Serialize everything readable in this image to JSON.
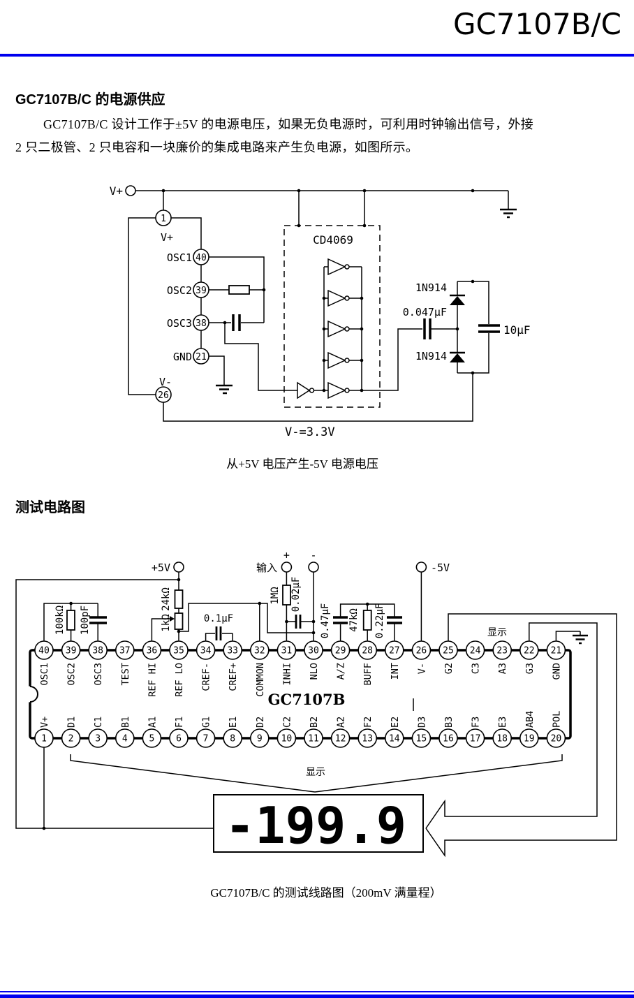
{
  "page": {
    "title": "GC7107B/C"
  },
  "section1": {
    "heading": "GC7107B/C 的电源供应",
    "body_line1": "GC7107B/C 设计工作于±5V 的电源电压，如果无负电源时，可利用时钟输出信号，外接",
    "body_line2": "2 只二极管、2 只电容和一块廉价的集成电路来产生负电源，如图所示。"
  },
  "figure1": {
    "caption": "从+5V 电压产生-5V 电源电压",
    "terminal_vplus": "V+",
    "ic_name": "CD4069",
    "diode_top": "1N914",
    "diode_bottom": "1N914",
    "cap_pump": "0.047µF",
    "cap_filter": "10µF",
    "output_voltage": "V-=3.3V",
    "pins": {
      "p1_num": "1",
      "p1_name": "V+",
      "p40_num": "40",
      "p40_name": "OSC1",
      "p39_num": "39",
      "p39_name": "OSC2",
      "p38_num": "38",
      "p38_name": "OSC3",
      "p21_num": "21",
      "p21_name": "GND",
      "p26_num": "26",
      "p26_name": "V-"
    }
  },
  "section2": {
    "heading": "测试电路图"
  },
  "figure2": {
    "caption": "GC7107B/C 的测试线路图（200mV 满量程）",
    "chip_name": "GC7107B",
    "display_value": "-199.9",
    "display_label_top": "显示",
    "display_label_bottom": "显示",
    "terminals": {
      "plus5": "+5V",
      "input": "输入",
      "input_plus": "+",
      "input_minus": "-",
      "minus5": "-5V"
    },
    "components": {
      "r_osc": "100kΩ",
      "c_osc": "100pF",
      "r_ref": "24kΩ",
      "pot_ref": "1kΩ",
      "c_ref": "0.1µF",
      "r_in": "1MΩ",
      "c_in": "0.02µF",
      "c_az": "0.47µF",
      "r_buf": "47kΩ",
      "c_int": "0.22µF"
    },
    "top_pins": [
      {
        "n": "40",
        "name": "OSC1"
      },
      {
        "n": "39",
        "name": "OSC2"
      },
      {
        "n": "38",
        "name": "OSC3"
      },
      {
        "n": "37",
        "name": "TEST"
      },
      {
        "n": "36",
        "name": "REF HI"
      },
      {
        "n": "35",
        "name": "REF LO"
      },
      {
        "n": "34",
        "name": "CREF-"
      },
      {
        "n": "33",
        "name": "CREF+"
      },
      {
        "n": "32",
        "name": "COMMON"
      },
      {
        "n": "31",
        "name": "INHI"
      },
      {
        "n": "30",
        "name": "NLO"
      },
      {
        "n": "29",
        "name": "A/Z"
      },
      {
        "n": "28",
        "name": "BUFF"
      },
      {
        "n": "27",
        "name": "INT"
      },
      {
        "n": "26",
        "name": "V-"
      },
      {
        "n": "25",
        "name": "G2"
      },
      {
        "n": "24",
        "name": "C3"
      },
      {
        "n": "23",
        "name": "A3"
      },
      {
        "n": "22",
        "name": "G3"
      },
      {
        "n": "21",
        "name": "GND"
      }
    ],
    "bottom_pins": [
      {
        "n": "1",
        "name": "V+"
      },
      {
        "n": "2",
        "name": "D1"
      },
      {
        "n": "3",
        "name": "C1"
      },
      {
        "n": "4",
        "name": "B1"
      },
      {
        "n": "5",
        "name": "A1"
      },
      {
        "n": "6",
        "name": "F1"
      },
      {
        "n": "7",
        "name": "G1"
      },
      {
        "n": "8",
        "name": "E1"
      },
      {
        "n": "9",
        "name": "D2"
      },
      {
        "n": "10",
        "name": "C2"
      },
      {
        "n": "11",
        "name": "B2"
      },
      {
        "n": "12",
        "name": "A2"
      },
      {
        "n": "13",
        "name": "F2"
      },
      {
        "n": "14",
        "name": "E2"
      },
      {
        "n": "15",
        "name": "D3"
      },
      {
        "n": "16",
        "name": "B3"
      },
      {
        "n": "17",
        "name": "F3"
      },
      {
        "n": "18",
        "name": "E3"
      },
      {
        "n": "19",
        "name": "AB4"
      },
      {
        "n": "20",
        "name": "POL"
      }
    ]
  }
}
